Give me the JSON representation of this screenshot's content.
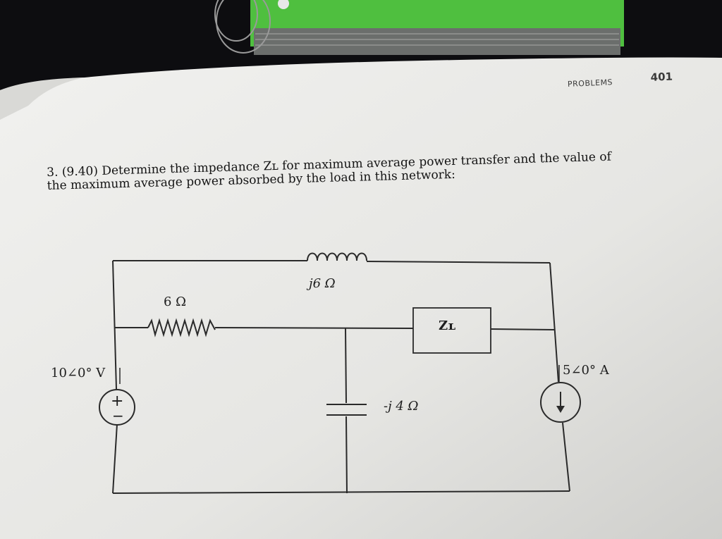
{
  "header": {
    "section": "PROBLEMS",
    "page_number": "401"
  },
  "problem": {
    "line1": "3. (9.40) Determine the impedance Zʟ for maximum average power transfer and the value of",
    "line2": "the maximum average power absorbed by the load in this network:"
  },
  "circuit": {
    "inductor_label": "j6 Ω",
    "resistor_label": "6 Ω",
    "load_label": "Zʟ",
    "voltage_source_label": "10∠0° V",
    "current_source_label": "5∠0° A",
    "capacitor_label": "-j 4 Ω",
    "voltage_source_plus": "+",
    "voltage_source_minus": "−"
  }
}
